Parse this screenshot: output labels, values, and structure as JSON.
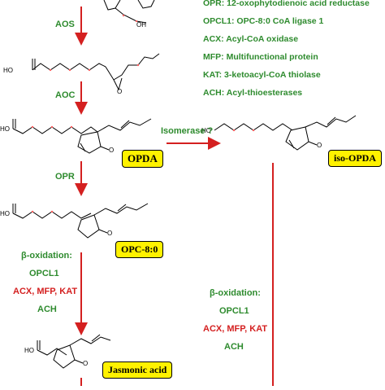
{
  "legend": [
    "OPR: 12-oxophytodienoic acid reductase",
    "OPCL1: OPC-8:0 CoA ligase 1",
    "ACX: Acyl-CoA oxidase",
    "MFP: Multifunctional protein",
    "KAT: 3-ketoacyl-CoA thiolase",
    "ACH: Acyl-thioesterases"
  ],
  "steps": {
    "aos": "AOS",
    "aoc": "AOC",
    "opr": "OPR",
    "isomerase": "Isomerase ?"
  },
  "beta_left": {
    "title": "β-oxidation:",
    "opcl1": "OPCL1",
    "enzymes": "ACX, MFP, KAT",
    "ach": "ACH"
  },
  "beta_right": {
    "title": "β-oxidation:",
    "opcl1": "OPCL1",
    "enzymes": "ACX, MFP, KAT",
    "ach": "ACH"
  },
  "compounds": {
    "opda": "OPDA",
    "iso_opda": "iso-OPDA",
    "opc": "OPC-8:0",
    "ja": "Jasmonic acid"
  },
  "atoms": {
    "ho": "HO",
    "o": "O",
    "oh": "OH"
  },
  "colors": {
    "arrow": "#d42020",
    "enzyme": "#2e8b2e",
    "highlight": "#fff200"
  }
}
